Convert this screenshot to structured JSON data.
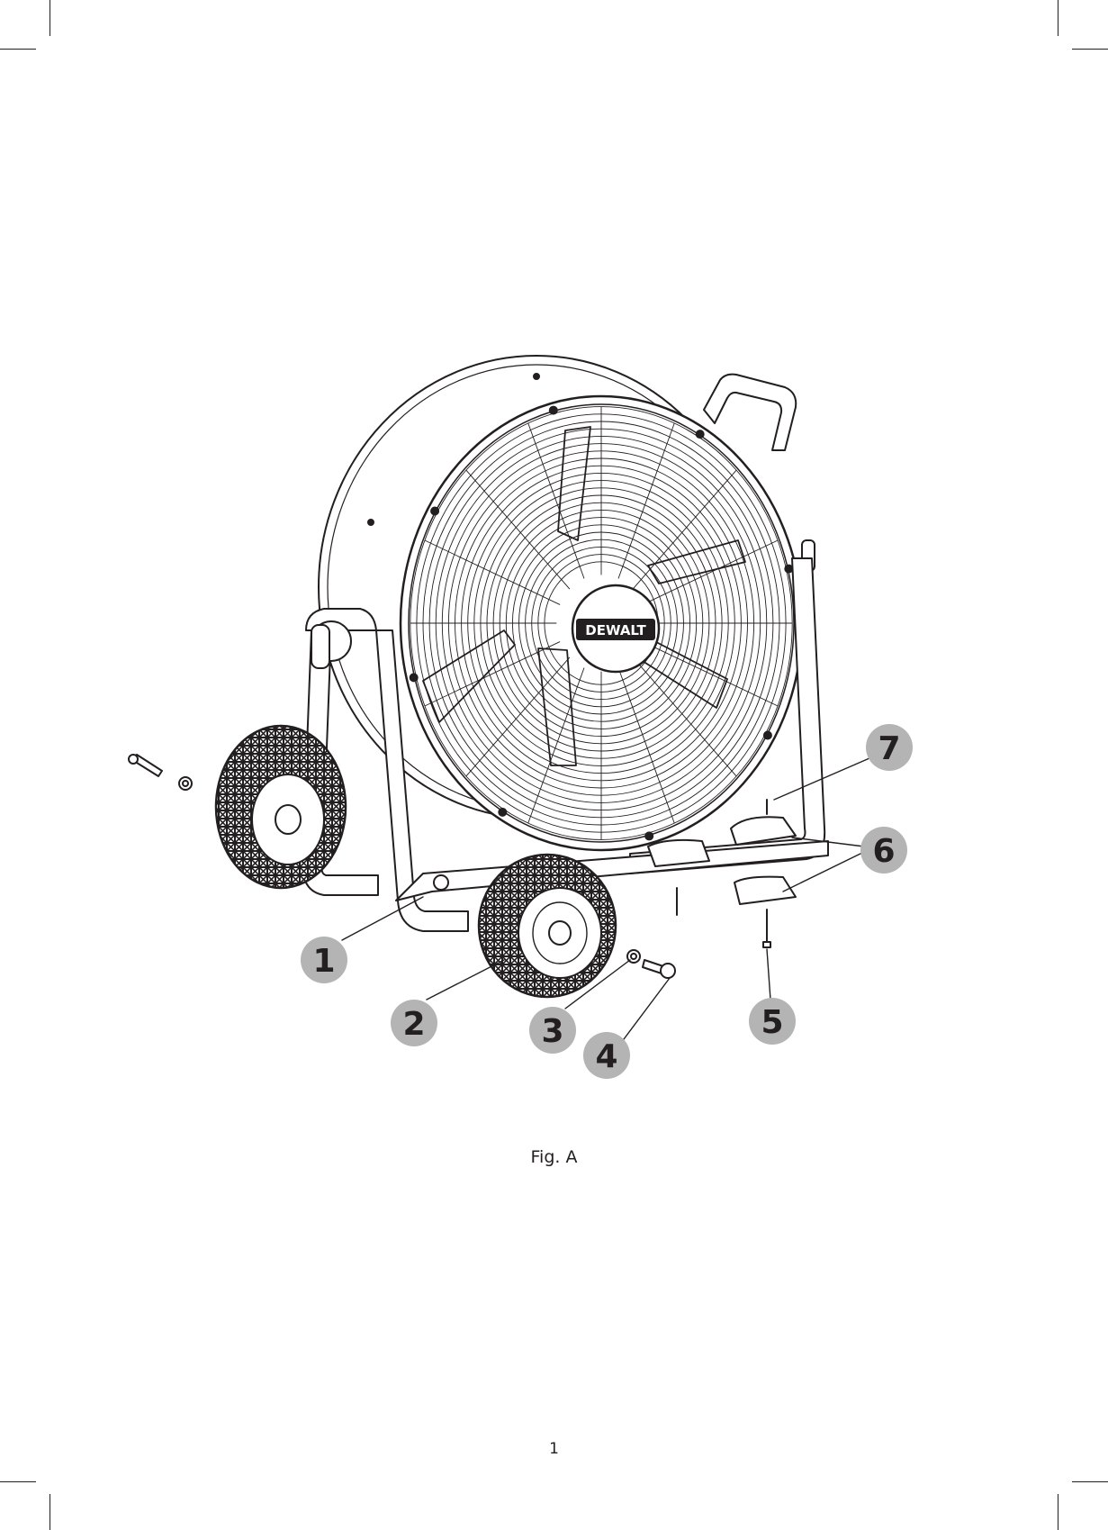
{
  "figure": {
    "caption": "Fig. A",
    "brand_logo": "DEWALT",
    "callouts": [
      {
        "number": "1"
      },
      {
        "number": "2"
      },
      {
        "number": "3"
      },
      {
        "number": "4"
      },
      {
        "number": "5"
      },
      {
        "number": "6"
      },
      {
        "number": "7"
      }
    ],
    "callout_color": "#b4b4b4",
    "line_color": "#231f20"
  },
  "page": {
    "number": "1"
  }
}
